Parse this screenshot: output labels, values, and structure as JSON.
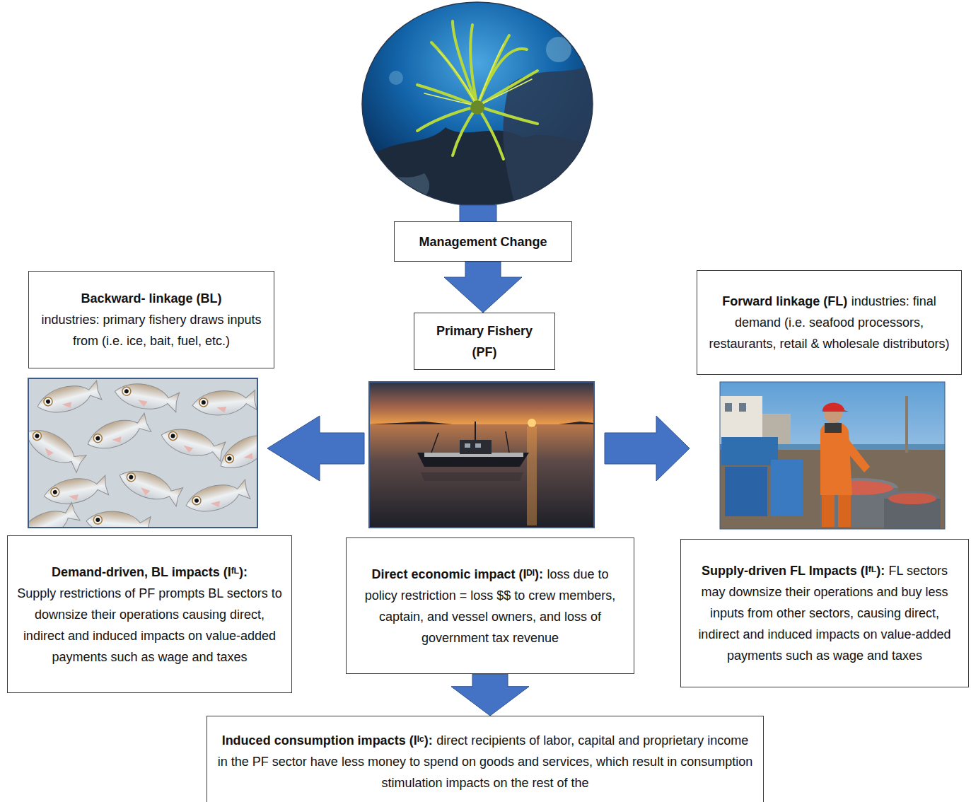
{
  "diagram": {
    "nodes": [
      {
        "text": [
          "Management Change"
        ]
      },
      {
        "text": [
          "Backward- linkage (BL)",
          "industries: primary fishery draws inputs from (i.e. ice, bait, fuel, etc.)"
        ]
      },
      {
        "text": [
          "Primary Fishery (PF)"
        ]
      },
      {
        "text": [
          "Forward linkage (FL)",
          "industries: final demand (i.e. seafood processors, restaurants, retail & wholesale distributors)"
        ]
      },
      {
        "text": [
          "Demand-driven, BL impacts (Iᶠᴸ):",
          "Supply restrictions of PF prompts BL sectors to downsize their operations causing direct, indirect and induced impacts on value-added payments such as wage and taxes"
        ]
      },
      {
        "text": [
          "Direct economic impact (Iᴰᴵ):",
          "loss due to policy restriction = loss $$ to crew members, captain, and vessel owners, and loss of government tax revenue"
        ]
      },
      {
        "text": [
          "Supply-driven FL Impacts (Iᶠᴸ):",
          "FL sectors may downsize their operations and buy less inputs from other sectors, causing direct, indirect and induced impacts on value-added payments such as wage and taxes"
        ]
      },
      {
        "text": [
          "Induced consumption impacts (Iᴵᶜ):",
          "direct recipients of labor, capital and proprietary income in the PF sector have less money to spend on goods and services, which result in consumption stimulation impacts on the rest of the"
        ]
      }
    ],
    "edges": [
      {
        "from": 0,
        "to": 2,
        "arrow": "to"
      },
      {
        "from": 5,
        "to": 7,
        "arrow": "to"
      }
    ]
  }
}
